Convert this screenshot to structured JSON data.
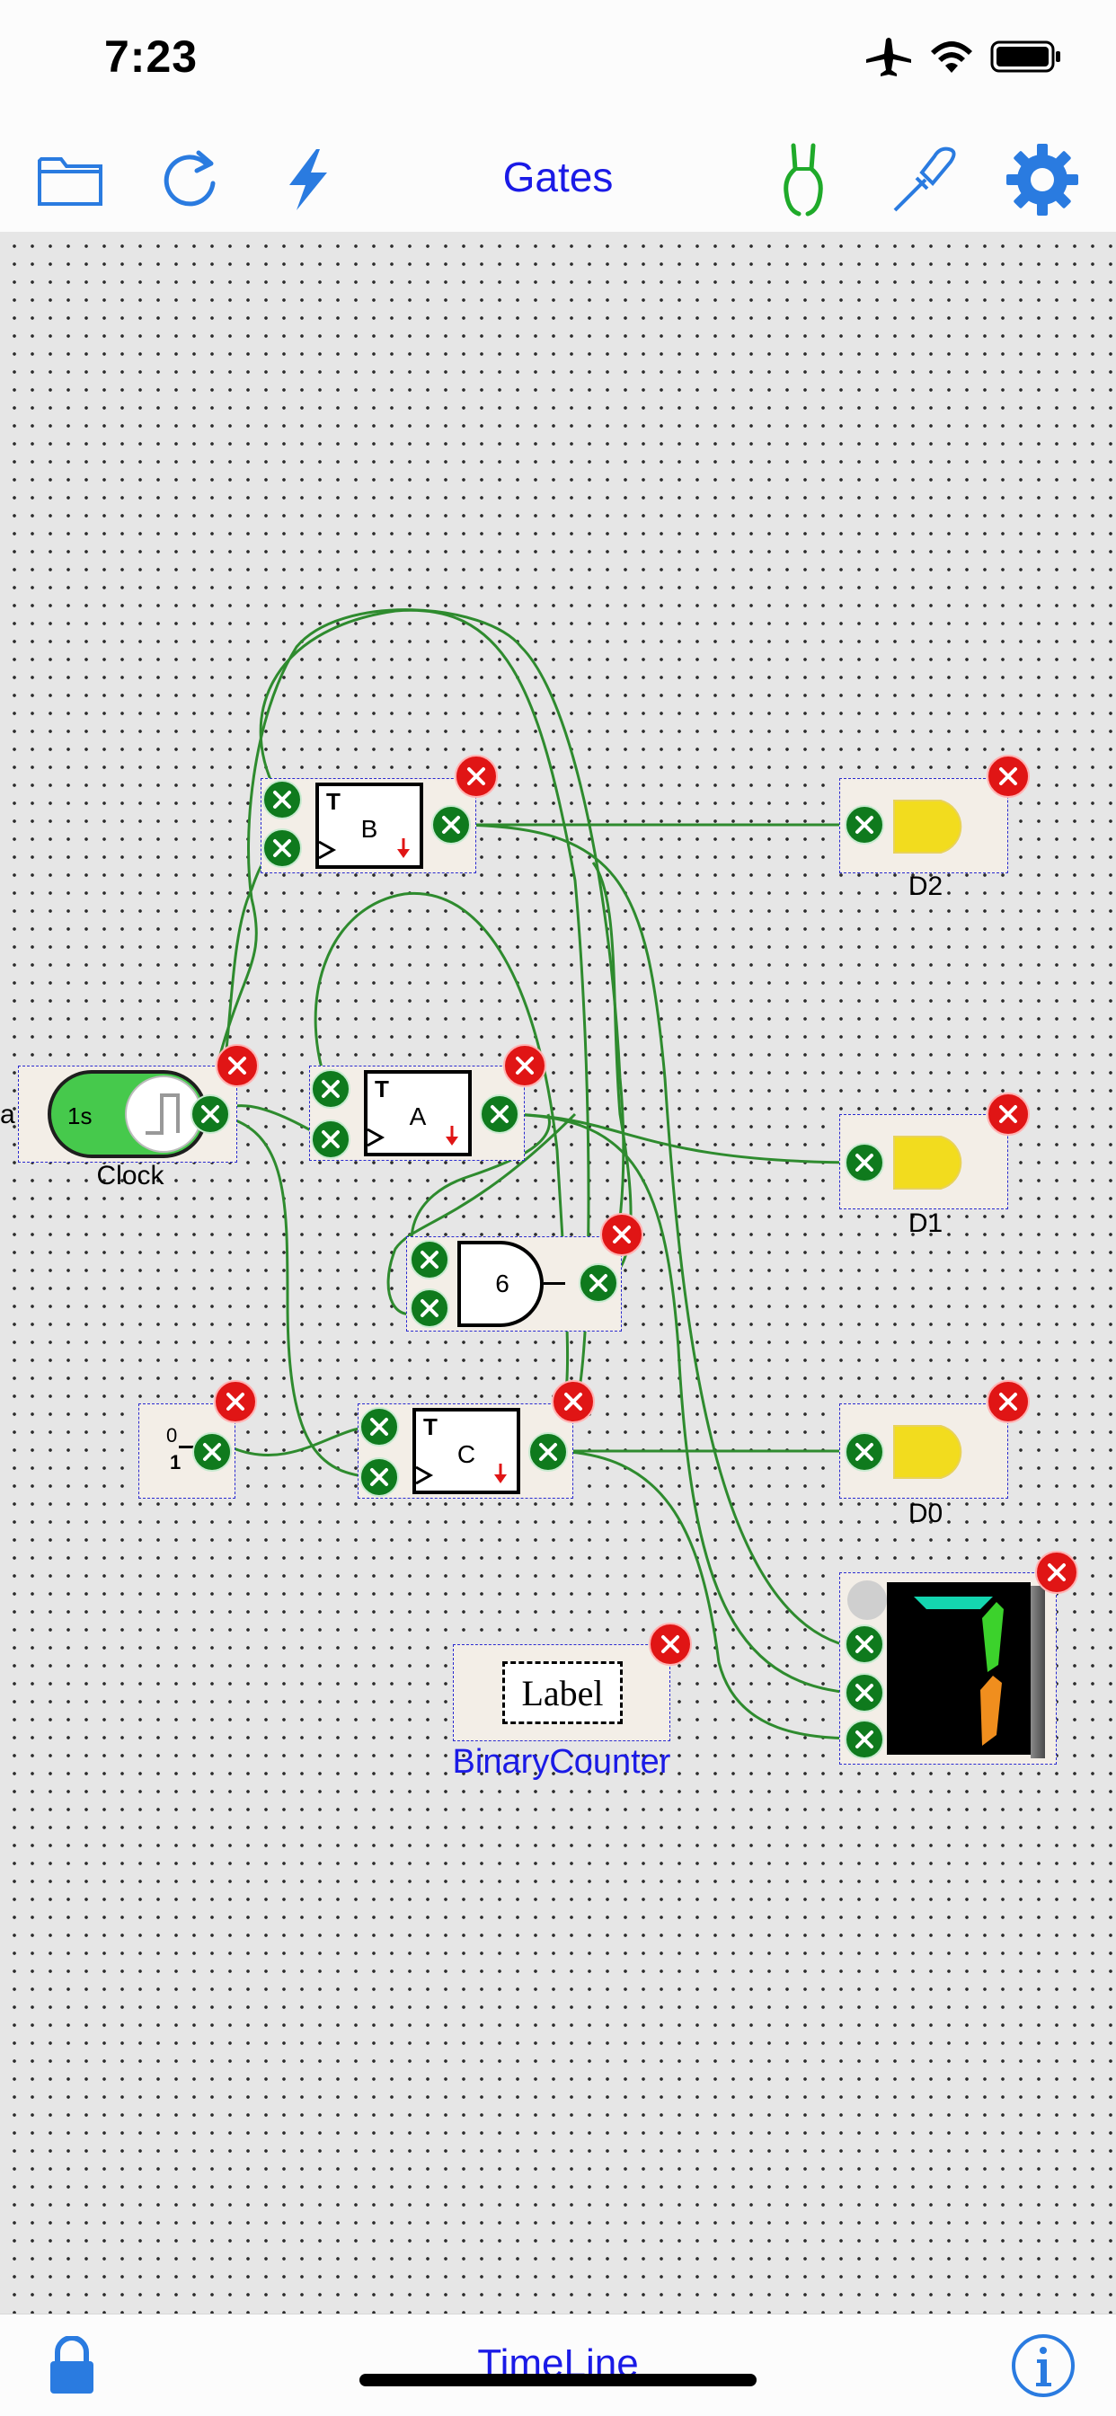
{
  "status_bar": {
    "time": "7:23",
    "icons": [
      "airplane-icon",
      "wifi-icon",
      "battery-icon"
    ]
  },
  "toolbar": {
    "title": "Gates",
    "left_icons": [
      "folder-icon",
      "reload-icon",
      "lightning-icon"
    ],
    "right_icons": [
      "wire-cutter-icon",
      "probe-icon",
      "gear-icon"
    ]
  },
  "canvas": {
    "components": {
      "clock": {
        "text": "1s",
        "label": "Clock",
        "edge_text": "a"
      },
      "ff_b": {
        "t": "T",
        "name": "B"
      },
      "ff_a": {
        "t": "T",
        "name": "A"
      },
      "ff_c": {
        "t": "T",
        "name": "C"
      },
      "and_gate": {
        "name": "6"
      },
      "switch": {
        "top": "0",
        "bottom": "1"
      },
      "led_d2": {
        "label": "D2"
      },
      "led_d1": {
        "label": "D1"
      },
      "led_d0": {
        "label": "D0"
      },
      "label_comp": {
        "text": "Label",
        "caption": "BinaryCounter"
      },
      "seven_seg": {
        "digit": "7"
      }
    }
  },
  "bottom_bar": {
    "timeline": "TimeLine",
    "left_icon": "lock-icon",
    "right_icon": "info-icon"
  },
  "colors": {
    "accent": "#1a1ae6",
    "wire": "#2e8b2e",
    "port": "#0f7a1d",
    "delete": "#e01515",
    "led": "#f2dc1e",
    "clock_on": "#46c94c"
  }
}
